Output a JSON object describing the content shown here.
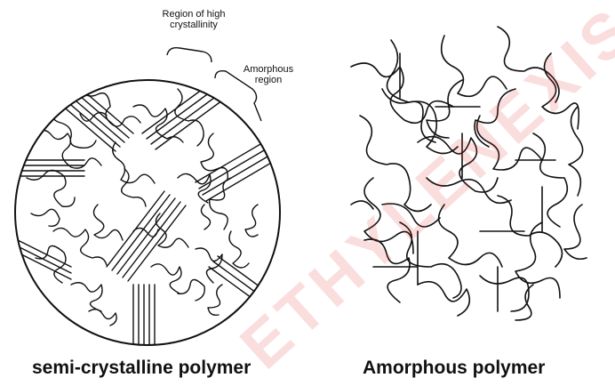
{
  "labels": {
    "crystalline_region": [
      "Region of high",
      "crystallinity"
    ],
    "amorphous_region": [
      "Amorphous",
      "region"
    ]
  },
  "captions": {
    "left": "semi-crystalline polymer",
    "right": "Amorphous polymer"
  },
  "watermark": "ETHYLENEXIS",
  "colors": {
    "line": "#111111",
    "watermark": "#e02d2d"
  }
}
